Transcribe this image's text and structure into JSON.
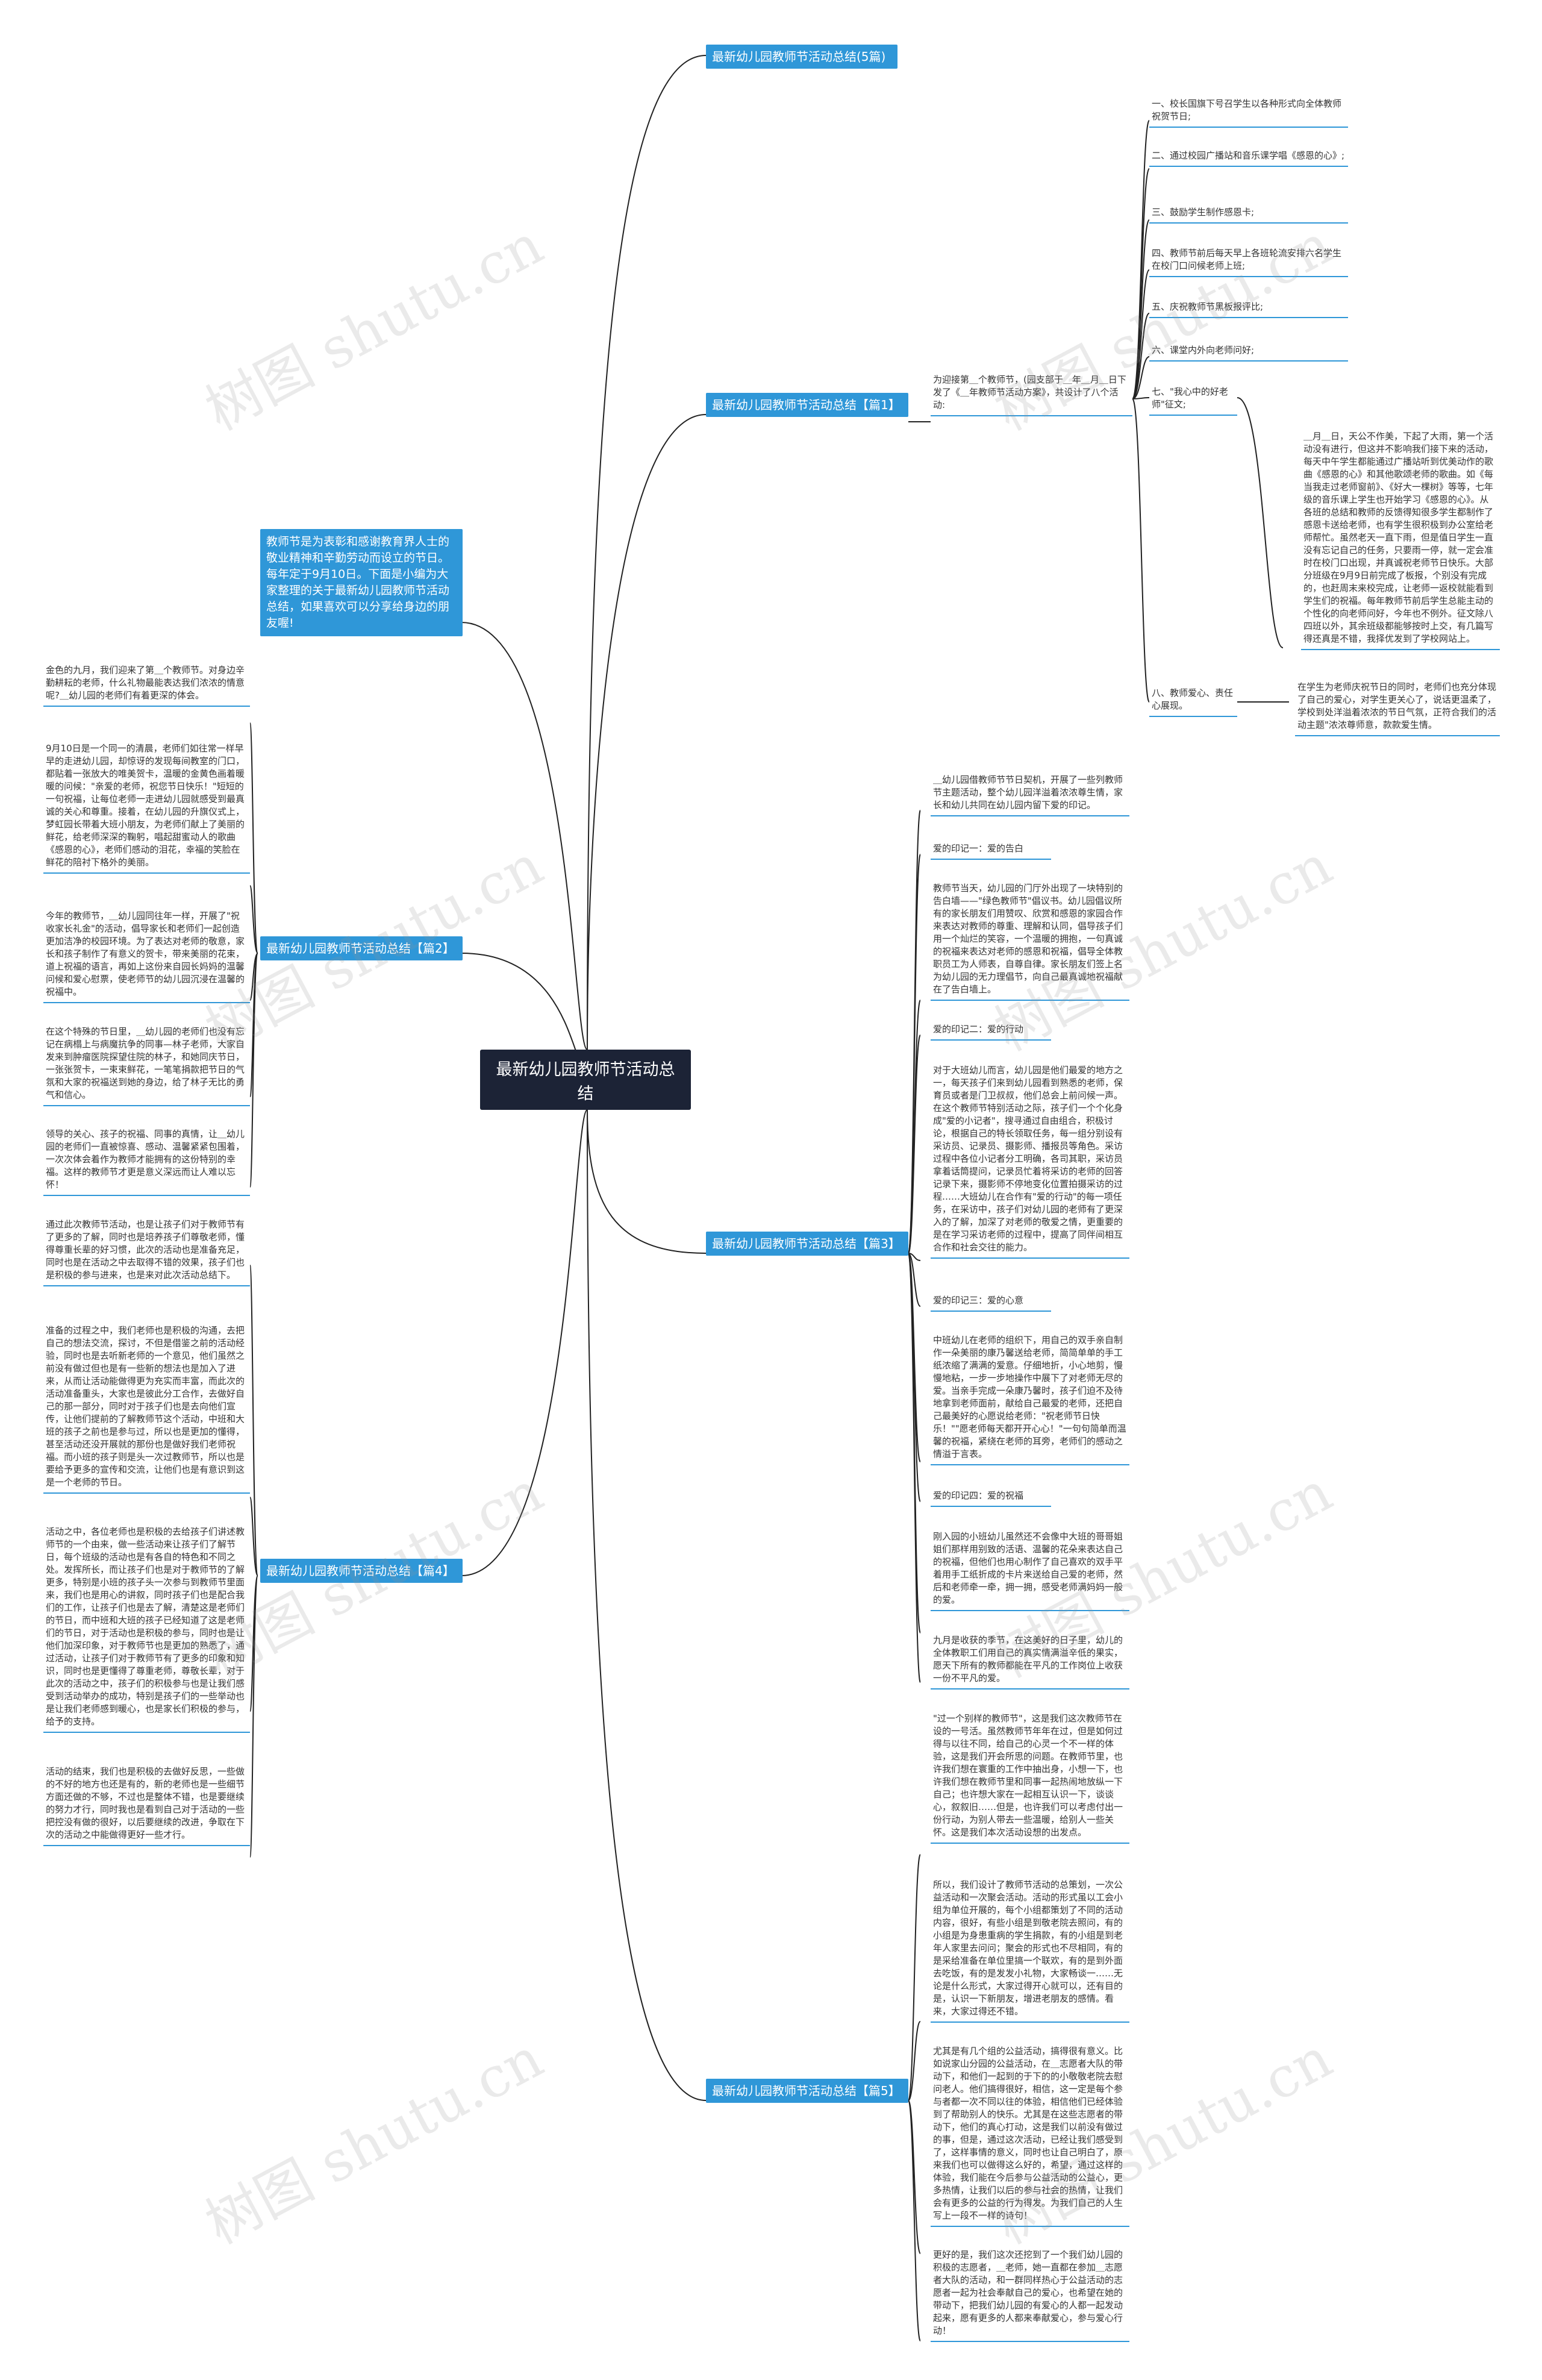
{
  "root": "最新幼儿园教师节活动总结",
  "intro": "教师节是为表彰和感谢教育界人士的敬业精神和辛勤劳动而设立的节日。每年定于9月10日。下面是小编为大家整理的关于最新幼儿园教师节活动总结，如果喜欢可以分享给身边的朋友喔!",
  "branches": [
    {
      "label": "最新幼儿园教师节活动总结(5篇)"
    },
    {
      "label": "最新幼儿园教师节活动总结【篇1】"
    },
    {
      "label": "最新幼儿园教师节活动总结【篇2】"
    },
    {
      "label": "最新幼儿园教师节活动总结【篇3】"
    },
    {
      "label": "最新幼儿园教师节活动总结【篇4】"
    },
    {
      "label": "最新幼儿园教师节活动总结【篇5】"
    }
  ],
  "p1": {
    "intro": "为迎接第＿个教师节，(园支部于＿年＿月＿日下发了《＿年教师节活动方案》，共设计了八个活动:",
    "items": [
      "一、校长国旗下号召学生以各种形式向全体教师祝贺节日;",
      "二、通过校园广播站和音乐课学唱《感恩的心》;",
      "三、鼓励学生制作感恩卡;",
      "四、教师节前后每天早上各班轮流安排六名学生在校门口问候老师上班;",
      "五、庆祝教师节黑板报评比;",
      "六、课堂内外向老师问好;",
      "七、\"我心中的好老师\"征文;",
      "八、教师爱心、责任心展现。"
    ],
    "sub7": "＿月＿日，天公不作美，下起了大雨，第一个活动没有进行，但这并不影响我们接下来的活动，每天中午学生都能通过广播站听到优美动作的歌曲《感恩的心》和其他歌颂老师的歌曲。如《每当我走过老师窗前》、《好大一棵树》等等，七年级的音乐课上学生也开始学习《感恩的心》。从各班的总结和教师的反馈得知很多学生都制作了感恩卡送给老师，也有学生很积极到办公室给老师帮忙。虽然老天一直下雨，但是值日学生一直没有忘记自己的任务，只要雨一停，就一定会准时在校门口出现，并真诚祝老师节日快乐。大部分班级在9月9日前完成了板报，个别没有完成的，也赶周末来校完成，让老师一返校就能看到学生们的祝福。每年教师节前后学生总能主动的个性化的向老师问好，今年也不例外。征文除八四班以外，其余班级都能够按时上交，有几篇写得还真是不错，我择优发到了学校网站上。",
    "sub8": "在学生为老师庆祝节日的同时，老师们也充分体现了自己的爱心，对学生更关心了，说话更温柔了，学校到处洋溢着浓浓的节日气氛，正符合我们的活动主题\"浓浓尊师意，款款爱生情。"
  },
  "p2": [
    "金色的九月，我们迎来了第＿个教师节。对身边辛勤耕耘的老师，什么礼物最能表达我们浓浓的情意呢?＿幼儿园的老师们有着更深的体会。",
    "9月10日是一个同一的清晨，老师们如往常一样早早的走进幼儿园，却惊讶的发现每间教室的门口，都贴着一张放大的唯美贺卡，温暖的金黄色画着暖暖的问候：\"亲爱的老师，祝您节日快乐！\"短短的一句祝福，让每位老师一走进幼儿园就感受到最真诚的关心和尊重。接着，在幼儿园的升旗仪式上，梦虹园长带着大班小朋友，为老师们献上了美丽的鲜花，给老师深深的鞠躬，唱起甜蜜动人的歌曲《感恩的心》，老师们感动的泪花，幸福的笑脸在鲜花的陪衬下格外的美丽。",
    "今年的教师节，＿幼儿园同往年一样，开展了\"祝收家长礼金\"的活动，倡导家长和老师们一起创造更加洁净的校园环境。为了表达对老师的敬意，家长和孩子制作了有意义的贺卡，带来美丽的花束，道上祝福的语言，再如上这份来自园长妈妈的温馨问候和爱心慰票，使老师节的幼儿园沉浸在温馨的祝福中。",
    "在这个特殊的节日里，＿幼儿园的老师们也没有忘记在病榻上与病魔抗争的同事—林子老师，大家自发来到肿瘤医院探望住院的林子，和她同庆节日，一张张贺卡，一束束鲜花，一笔笔捐款把节日的气氛和大家的祝福送到她的身边，给了林子无比的勇气和信心。",
    "领导的关心、孩子的祝福、同事的真情，让＿幼儿园的老师们一直被惊喜、感动、温馨紧紧包围着，一次次体会着作为教师才能拥有的这份特别的幸福。这样的教师节才更是意义深远而让人难以忘怀！"
  ],
  "p3": {
    "intro": "＿幼儿园借教师节节日契机，开展了一些列教师节主题活动，整个幼儿园洋溢着浓浓尊生情，家长和幼儿共同在幼儿园内留下爱的印记。",
    "s1": "爱的印记一：爱的告白",
    "t1": "教师节当天，幼儿园的门厅外出现了一块特别的告白墙——\"绿色教师节\"倡议书。幼儿园倡议所有的家长朋友们用赞叹、欣赏和感恩的家园合作来表达对教师的尊重、理解和认同，倡导孩子们用一个灿烂的笑容，一个温暖的拥抱，一句真诚的祝福来表达对老师的感恩和祝福，倡导全体教职员工为人师表，自尊自律。家长朋友们签上名为幼儿园的无力理倡节，向自己最真诚地祝福献在了告白墙上。",
    "s2": "爱的印记二：爱的行动",
    "t2": "对于大班幼儿而言，幼儿园是他们最爱的地方之一，每天孩子们来到幼儿园看到熟悉的老师，保育员或者是门卫叔叔，他们总会上前问候一声。在这个教师节特别活动之际，孩子们一个个化身成\"爱的小记者\"，搜寻通过自由组合，积极讨论，根据自己的特长领取任务，每一组分别设有采访员、记录员、摄影师、播报员等角色。采访过程中各位小记者分工明确，各司其职，采访员拿着话筒提问，记录员忙着将采访的老师的回答记录下来，摄影师不停地变化位置拍摄采访的过程……大班幼儿在合作有\"爱的行动\"的每一项任务，在采访中，孩子们对幼儿园的老师有了更深入的了解，加深了对老师的敬爱之情，更重要的是在学习采访老师的过程中，提高了同伴间相互合作和社会交往的能力。",
    "s3": "爱的印记三：爱的心意",
    "t3": "中班幼儿在老师的组织下，用自己的双手亲自制作一朵美丽的康乃馨送给老师，简简单单的手工纸浓缩了满满的爱意。仔细地折，小心地剪，慢慢地粘，一步一步地操作中展下了对老师无尽的爱。当亲手完成一朵康乃馨时，孩子们迫不及待地拿到老师面前，献给自己最爱的老师，还把自己最美好的心愿说给老师：\"祝老师节日快乐！\"\"愿老师每天都开开心心！\"一句句简单而温馨的祝福，紧绕在老师的耳旁，老师们的感动之情溢于言表。",
    "s4": "爱的印记四：爱的祝福",
    "t4": "刚入园的小班幼儿虽然还不会像中大班的哥哥姐姐们那样用别致的活语、温馨的花朵来表达自己的祝福，但他们也用心制作了自己喜欢的双手平着用手工纸折成的卡片来送给自己爱的老师，然后和老师牵一牵，拥一拥，感受老师满妈妈一般的爱。",
    "t5": "九月是收获的季节，在这美好的日子里，幼儿的全体教职工们用自己的真实情满溢辛低的果实，愿天下所有的教师都能在平凡的工作岗位上收获一份不平凡的爱。"
  },
  "p4": [
    "通过此次教师节活动，也是让孩子们对于教师节有了更多的了解，同时也是培养孩子们尊敬老师，懂得尊重长辈的好习惯，此次的活动也是准备充足，同时也是在活动之中去取得不错的效果，孩子们也是积极的参与进来，也是来对此次活动总结下。",
    "准备的过程之中，我们老师也是积极的沟通，去把自己的想法交流，探讨，不但是借鉴之前的活动经验，同时也是去听新老师的一个意见，他们虽然之前没有做过但也是有一些新的想法也是加入了进来，从而让活动能做得更为充实而丰富，而此次的活动准备重头，大家也是彼此分工合作，去做好自己的那一部分，同时对于孩子们也是去向他们宣传，让他们提前的了解教师节这个活动，中班和大班的孩子之前也是参与过，所以也是更加的懂得，甚至活动还没开展就的那份也是做好我们老师祝福。而小班的孩子则是头一次过教师节，所以也是要给予更多的宣传和交流，让他们也是有意识到这是一个老师的节日。",
    "活动之中，各位老师也是积极的去给孩子们讲述教师节的一个由来，做一些活动来让孩子们了解节日，每个班级的活动也是有各自的特色和不同之处。发挥所长，而让孩子们也是对于教师节的了解更多，特别是小班的孩子头一次参与到教师节里面来，我们也是用心的讲叙，同时孩子们也是配合我们的工作，让孩子们也是去了解，清楚这是老师们的节日，而中班和大班的孩子已经知道了这是老师们的节日，对于活动也是积极的参与，同时也是让他们加深印象，对于教师节也是更加的熟悉了，通过活动，让孩子们对于教师节有了更多的印象和知识，同时也是更懂得了尊重老师，尊敬长辈，对于此次的活动之中，孩子们的积极参与也是让我们感受到活动举办的成功，特别是孩子们的一些举动也是让我们老师感到暖心，也是家长们积极的参与，给予的支持。",
    "活动的结束，我们也是积极的去做好反思，一些做的不好的地方也还是有的，新的老师也是一些细节方面还做的不够，不过也是整体不错，也是要继续的努力才行，同时我也是看到自己对于活动的一些把控没有做的很好，以后要继续的改进，争取在下次的活动之中能做得更好一些才行。"
  ],
  "p5": [
    "\"过一个别样的教师节\"，这是我们这次教师节在设的一号活。虽然教师节年年在过，但是如何过得与以往不同，给自己的心灵一个不一样的体验，这是我们开会所思的问题。在教师节里，也许我们想在寰重的工作中抽出身，小想一下，也许我们想在教师节里和同事一起热闹地放纵一下自己；也许想大家在一起相互认识一下，谈谈心，叙叙旧……但是，也许我们可以考虑付出一份行动，为别人带去一些温暖，给别人一些关怀。这是我们本次活动设想的出发点。",
    "所以，我们设计了教师节活动的总策划，一次公益活动和一次聚会活动。活动的形式虽以工会小组为单位开展的，每个小组都策划了不同的活动内容，很好，有些小组是到敬老院去照问，有的小组是为身患重病的学生捐款，有的小组是到老年人家里去问问；聚会的形式也不尽相同，有的是采给准备在单位里搞一个联欢，有的是到外面去吃饭，有的是发发小礼物，大家畅谈一……无论是什么形式，大家过得开心就可以，还有目的是，认识一下新朋友，增进老朋友的感情。看来，大家过得还不错。",
    "尤其是有几个组的公益活动，搞得很有意义。比如说家山分园的公益活动，在＿志愿者大队的带动下，和他们一起到的于下的的小敬敬老院去慰问老人。他们搞得很好，相信，这一定是每个参与者都一次不同以往的体验，相信他们已经体验到了帮助别人的快乐。尤其是在这些志愿者的带动下，他们的真心打动，这是我们以前没有做过的事，但是，通过这次活动，已经让我们感受到了，这样事情的意义，同时也让自己明白了，原来我们也可以做得这么好的，希望，通过这样的体验，我们能在今后参与公益活动的公益心，更多热情，让我们以后的参与社会的热情，让我们会有更多的公益的行为得发。为我们自己的人生写上一段不一样的诗句！",
    "更好的是，我们这次还挖到了一个我们幼儿园的积极的志愿者，＿老师，她一直都在参加＿志愿者大队的活动，和一群同样热心于公益活动的志愿者一起为社会奉献自己的爱心，也希望在她的带动下，把我们幼儿园的有爱心的人都一起发动起来，愿有更多的人都来奉献爱心，参与爱心行动！"
  ],
  "watermark": "树图 shutu.cn"
}
